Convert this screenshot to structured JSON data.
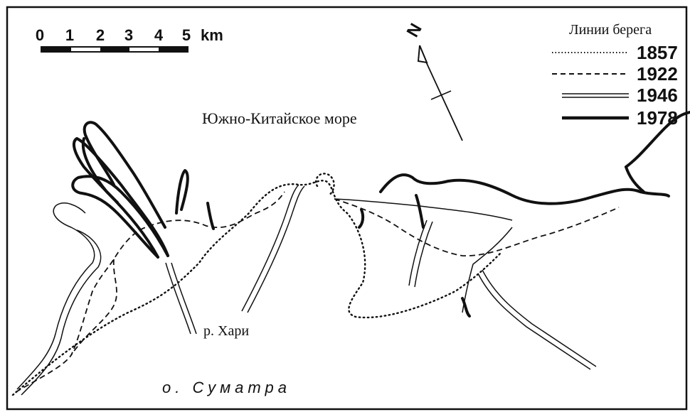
{
  "scale_bar": {
    "ticks": [
      "0",
      "1",
      "2",
      "3",
      "4",
      "5"
    ],
    "unit": "km"
  },
  "north_arrow": {
    "label": "N"
  },
  "sea_label": "Южно-Китайское море",
  "river_label": "р. Хари",
  "island_label": "о. Суматра",
  "legend": {
    "title": "Линии берега",
    "entries": [
      {
        "year": "1857",
        "style": "dotted"
      },
      {
        "year": "1922",
        "style": "dashed"
      },
      {
        "year": "1946",
        "style": "double"
      },
      {
        "year": "1978",
        "style": "thick"
      }
    ]
  },
  "colors": {
    "ink": "#111111",
    "paper": "#ffffff"
  }
}
